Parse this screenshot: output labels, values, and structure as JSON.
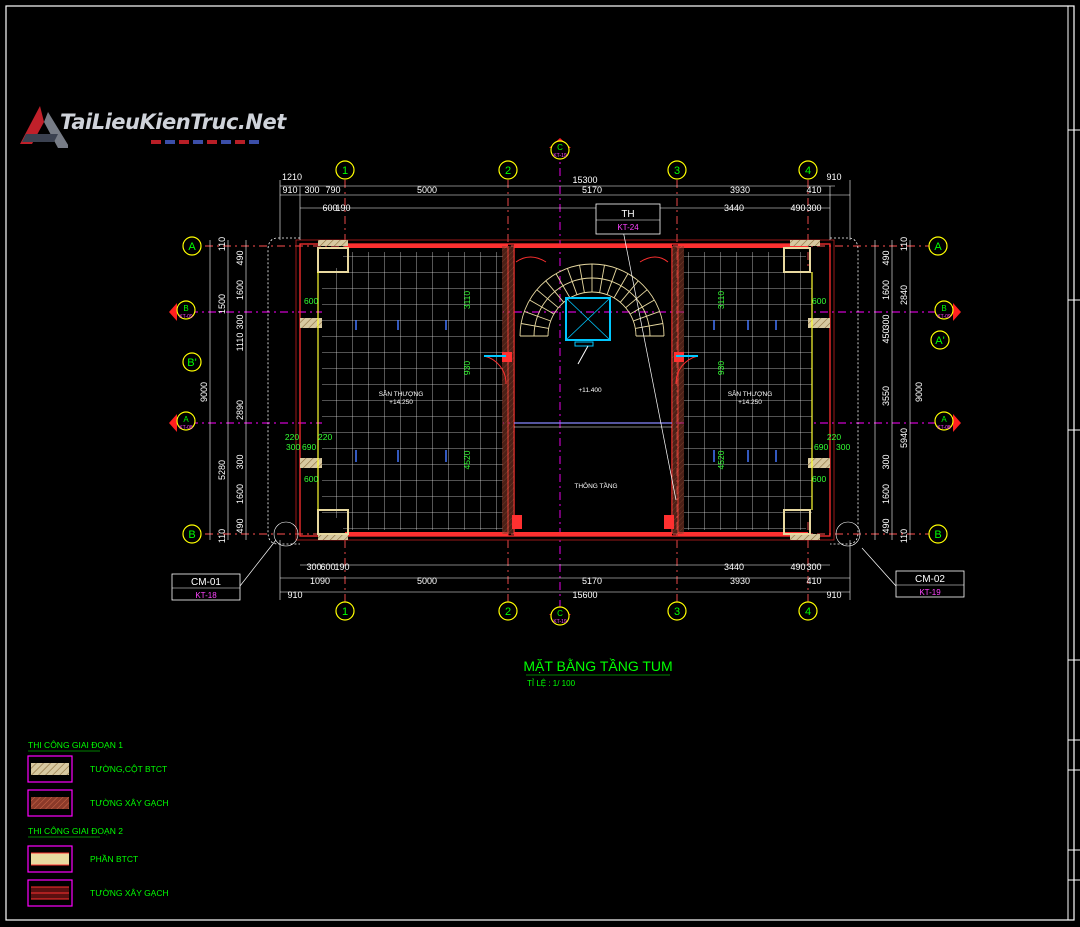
{
  "watermark": {
    "text": "TaiLieuKienTruc.Net"
  },
  "drawing": {
    "title": "MẶT BẰNG TẦNG TUM",
    "scale": "TỈ LỆ : 1/ 100"
  },
  "grid_x": [
    "1",
    "2",
    "3",
    "4"
  ],
  "grid_y": {
    "A": "A",
    "B": "B",
    "Bp": "B'",
    "Ap": "A'"
  },
  "section_marks": {
    "top_letter": "C",
    "top_ref": "KT-19",
    "bottom_letter": "C",
    "bottom_ref": "KT-19",
    "left_b_ref": "KT-09",
    "left_a_ref": "KT-08",
    "right_b_ref": "KT-09",
    "right_a_ref": "KT-08"
  },
  "callouts": {
    "th": {
      "label": "TH",
      "ref": "KT-24"
    },
    "cm01": {
      "label": "CM-01",
      "ref": "KT-18"
    },
    "cm02": {
      "label": "CM-02",
      "ref": "KT-19"
    }
  },
  "dims": {
    "top_overall": "15300",
    "top_row2": [
      "1210",
      "910",
      "300",
      "790",
      "5000",
      "5170",
      "3930",
      "410",
      "910"
    ],
    "top_row3": [
      "600",
      "190",
      "3440",
      "490",
      "300"
    ],
    "bottom_overall": "15600",
    "bottom_row1": [
      "300",
      "600",
      "190",
      "3440",
      "490",
      "300"
    ],
    "bottom_row2": [
      "1090",
      "5000",
      "5170",
      "3930",
      "410"
    ],
    "bottom_row3": [
      "910",
      "910"
    ],
    "left_overall": "9000",
    "left_a": [
      "110",
      "490",
      "1500",
      "1600",
      "300",
      "1110",
      "2890",
      "5280",
      "300",
      "1600",
      "490",
      "110"
    ],
    "right_overall": "9000",
    "right_a": [
      "110",
      "490",
      "2840",
      "1600",
      "300",
      "450",
      "3550",
      "5940",
      "300",
      "1600",
      "490",
      "110"
    ],
    "inner": [
      "220",
      "220",
      "300",
      "690",
      "220",
      "690",
      "300",
      "600",
      "600",
      "600",
      "600",
      "3110",
      "3110",
      "4520",
      "4520",
      "930",
      "930"
    ]
  },
  "rooms": {
    "left": {
      "name": "SÂN THƯỢNG",
      "level": "+14.250"
    },
    "right": {
      "name": "SÂN THƯỢNG",
      "level": "+14.250"
    },
    "center": {
      "level": "+11.400"
    },
    "void": {
      "name": "THÔNG TẦNG"
    }
  },
  "legend": {
    "phase1_title": "THI CÔNG GIAI ĐOẠN 1",
    "phase1_items": [
      "TƯỜNG,CỘT BTCT",
      "TƯỜNG XÂY GẠCH"
    ],
    "phase2_title": "THI CÔNG GIAI ĐOẠN 2",
    "phase2_items": [
      "PHẦN BTCT",
      "TƯỜNG XÂY GẠCH"
    ]
  },
  "colors": {
    "background": "#000000",
    "grid_bubble": "#ffff00",
    "grid_label": "#00ff00",
    "wall": "#ff3333",
    "dims": "#ffffff",
    "tiles": "#ffffff",
    "axis_dash": "#ff00ff",
    "legend_frame": "#ff00ff",
    "text_green": "#00ff00",
    "callout_ref": "#ff44ff",
    "window_cyan": "#00c8ff"
  }
}
